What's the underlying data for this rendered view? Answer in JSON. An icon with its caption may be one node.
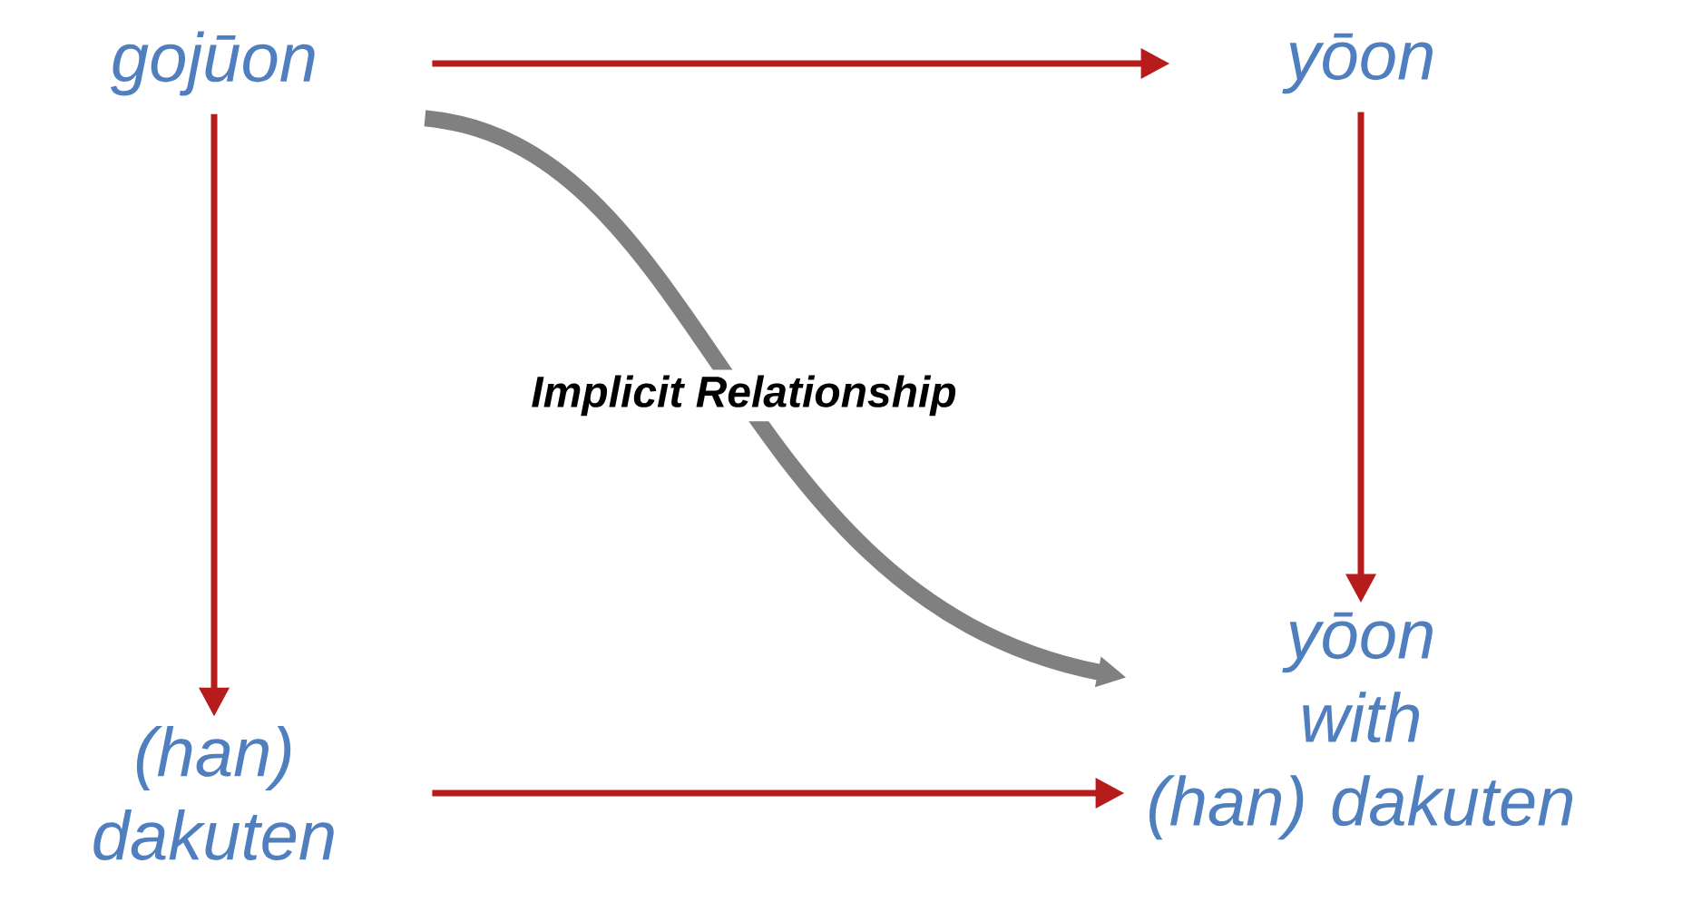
{
  "diagram": {
    "nodes": [
      {
        "text": [
          "gojūon"
        ]
      },
      {
        "text": [
          "yōon"
        ]
      },
      {
        "text": [
          "(han) dakuten"
        ]
      },
      {
        "text": [
          "yōon",
          "with",
          "(han) dakuten"
        ]
      }
    ],
    "edges": [
      {
        "from": 0,
        "to": 1,
        "arrow": "to"
      },
      {
        "from": 0,
        "to": 2,
        "arrow": "to"
      },
      {
        "from": 1,
        "to": 3,
        "arrow": "to"
      },
      {
        "from": 2,
        "to": 3,
        "arrow": "to"
      },
      {
        "from": 0,
        "to": 3,
        "arrow": "to",
        "label": "Implicit Relationship",
        "style": "thick",
        "color": "#808080"
      }
    ]
  }
}
